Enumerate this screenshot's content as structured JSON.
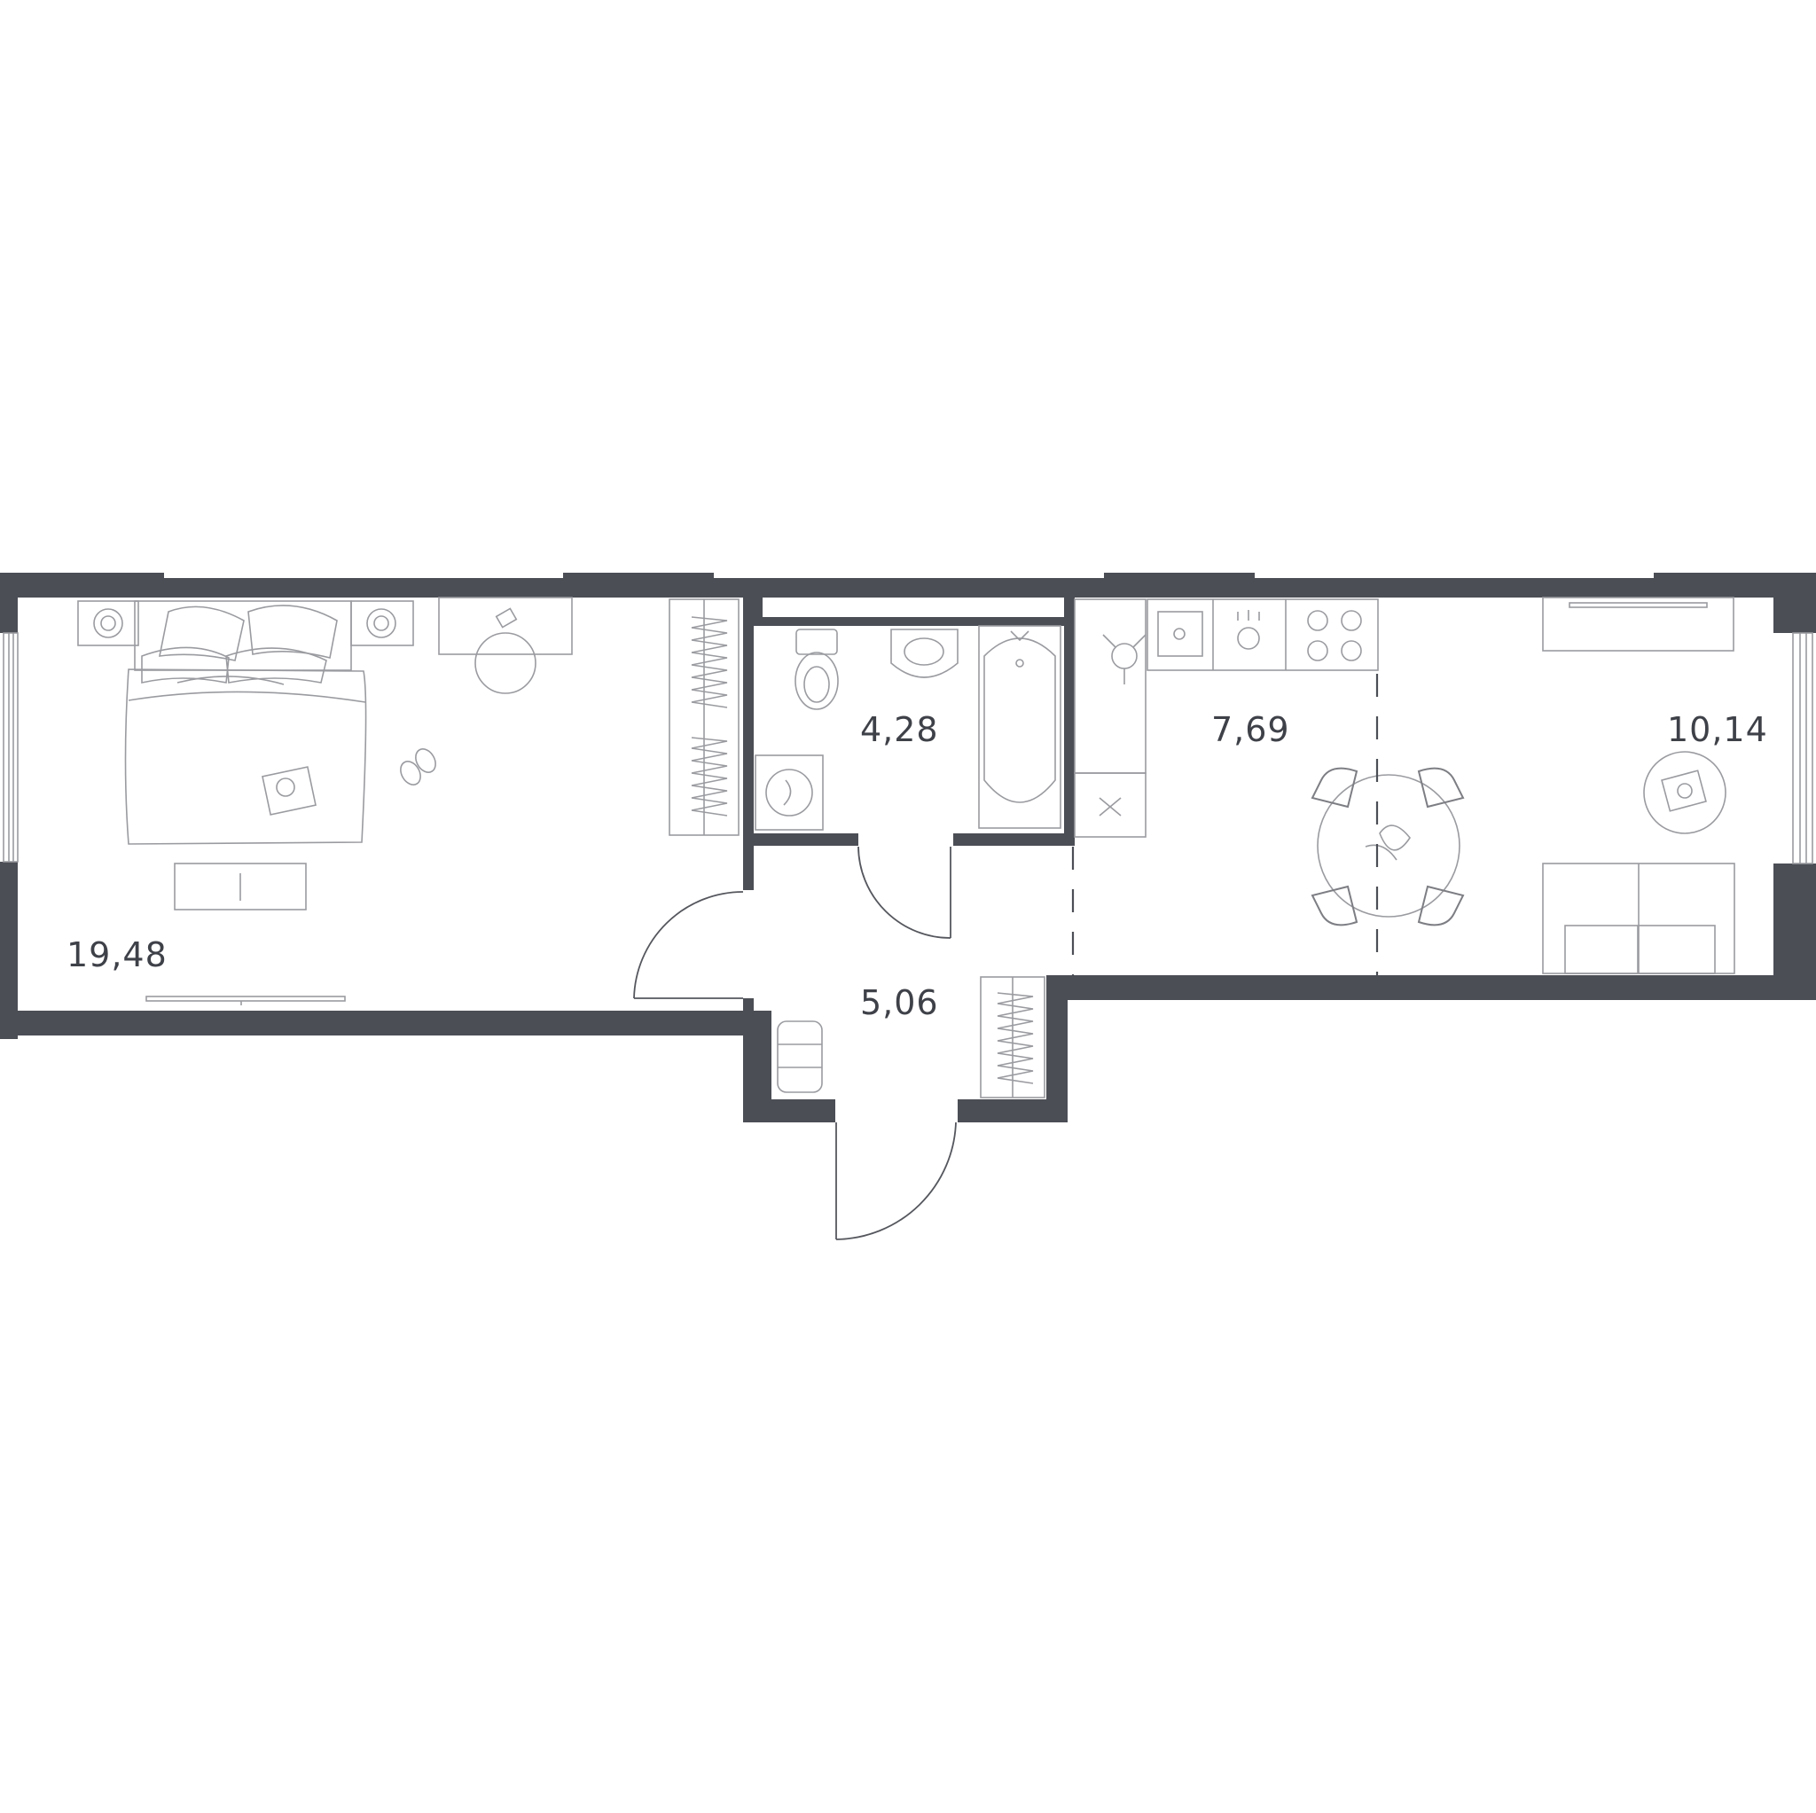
{
  "rooms": [
    {
      "id": "bedroom",
      "area": "19,48"
    },
    {
      "id": "bathroom",
      "area": "4,28"
    },
    {
      "id": "kitchen",
      "area": "7,69"
    },
    {
      "id": "living",
      "area": "10,14"
    },
    {
      "id": "hallway",
      "area": "5,06"
    }
  ],
  "colors": {
    "wall": "#4c4e56",
    "furniture": "#9a9ba0",
    "label": "#3f4149"
  }
}
